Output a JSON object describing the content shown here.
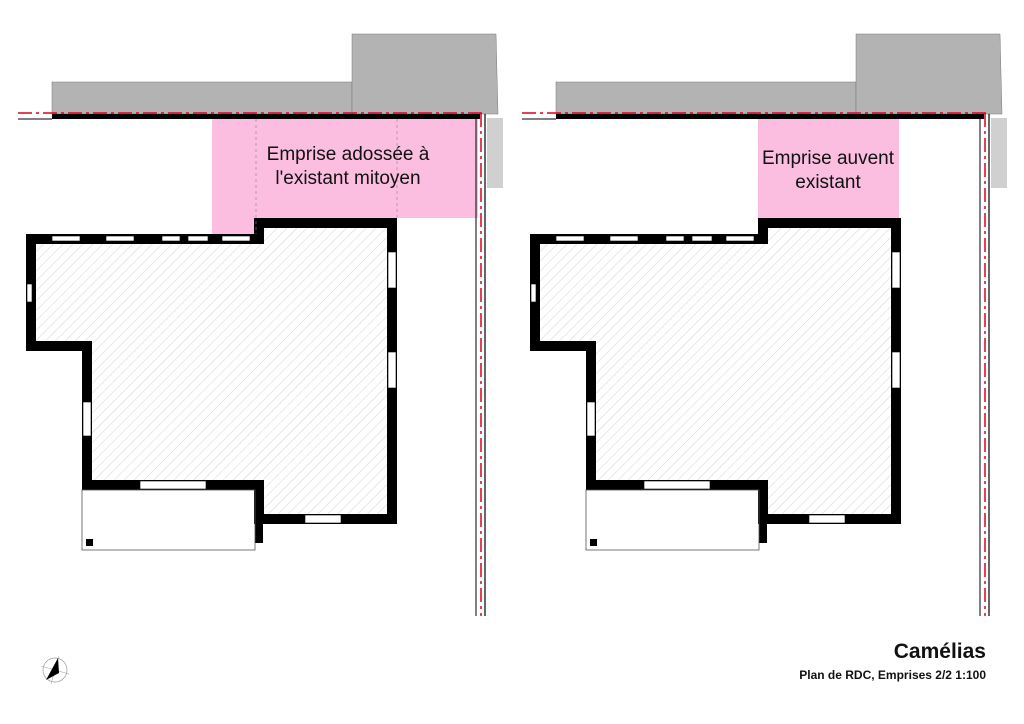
{
  "plans": [
    {
      "emprise_label": "Emprise adossée à l'existant mitoyen"
    },
    {
      "emprise_label": "Emprise auvent existant"
    }
  ],
  "title_block": {
    "project": "Camélias",
    "sheet": "Plan de RDC, Emprises 2/2 1:100"
  },
  "colors": {
    "emprise": "#fbbde0",
    "neighbor": "#b3b3b3",
    "boundary": "#e0001a",
    "wall": "#000000"
  }
}
